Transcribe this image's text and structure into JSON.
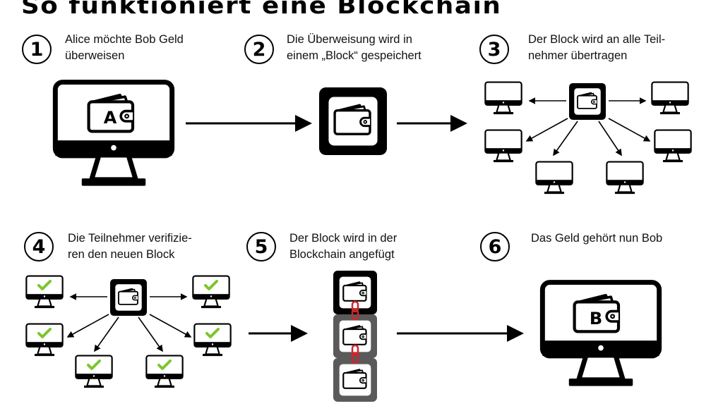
{
  "title": "So funktioniert eine Blockchain",
  "steps": [
    {
      "number": "1",
      "lines": [
        "Alice möchte Bob Geld",
        "überweisen"
      ]
    },
    {
      "number": "2",
      "lines": [
        "Die Überweisung wird in",
        "einem „Block“ gespeichert"
      ]
    },
    {
      "number": "3",
      "lines": [
        "Der Block wird an alle Teil-",
        "nehmer übertragen"
      ]
    },
    {
      "number": "4",
      "lines": [
        "Die Teilnehmer verifizie-",
        "ren den neuen Block"
      ]
    },
    {
      "number": "5",
      "lines": [
        "Der Block wird in der",
        "Blockchain angefügt"
      ]
    },
    {
      "number": "6",
      "lines": [
        "Das Geld gehört nun Bob"
      ]
    }
  ],
  "wallets": {
    "sender_label": "A",
    "receiver_label": "B"
  },
  "colors": {
    "check": "#7cc62e",
    "chain_link": "#d0252a",
    "chained_block": "#5a5a5a",
    "new_block": "#000000"
  },
  "icons": [
    "monitor-icon",
    "wallet-icon",
    "block-icon",
    "checkmark-icon",
    "chain-link-icon",
    "arrow-icon"
  ]
}
